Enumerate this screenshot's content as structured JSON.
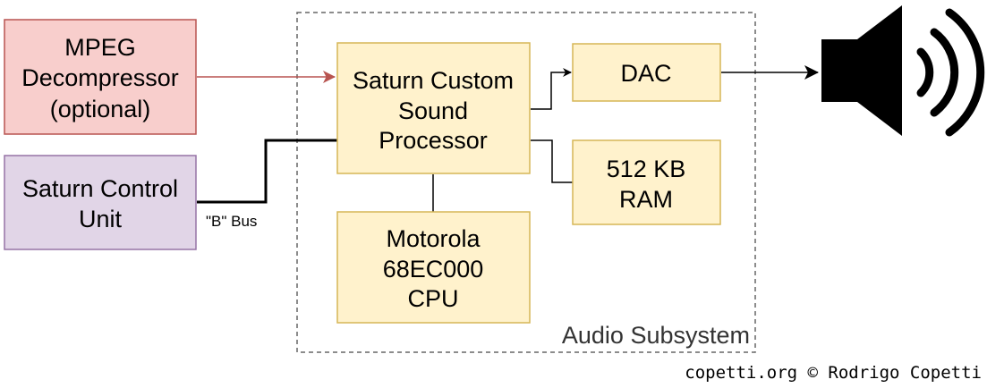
{
  "colors": {
    "mpeg_fill": "#f8cecc",
    "mpeg_stroke": "#b85450",
    "control_fill": "#e1d5e7",
    "control_stroke": "#9673a6",
    "yellow_fill": "#fff2cc",
    "yellow_stroke": "#d6b656",
    "group_stroke": "#666666",
    "red_arrow": "#b85450"
  },
  "boxes": {
    "mpeg": {
      "lines": [
        "MPEG",
        "Decompressor",
        "(optional)"
      ]
    },
    "control_unit": {
      "lines": [
        "Saturn Control",
        "Unit"
      ]
    },
    "scsp": {
      "lines": [
        "Saturn Custom",
        "Sound",
        "Processor"
      ]
    },
    "dac": {
      "lines": [
        "DAC"
      ]
    },
    "ram": {
      "lines": [
        "512 KB",
        "RAM"
      ]
    },
    "cpu": {
      "lines": [
        "Motorola",
        "68EC000",
        "CPU"
      ]
    }
  },
  "labels": {
    "b_bus": "\"B\" Bus",
    "group": "Audio Subsystem"
  },
  "icons": {
    "output": "speaker-icon"
  },
  "credit": "copetti.org © Rodrigo Copetti"
}
